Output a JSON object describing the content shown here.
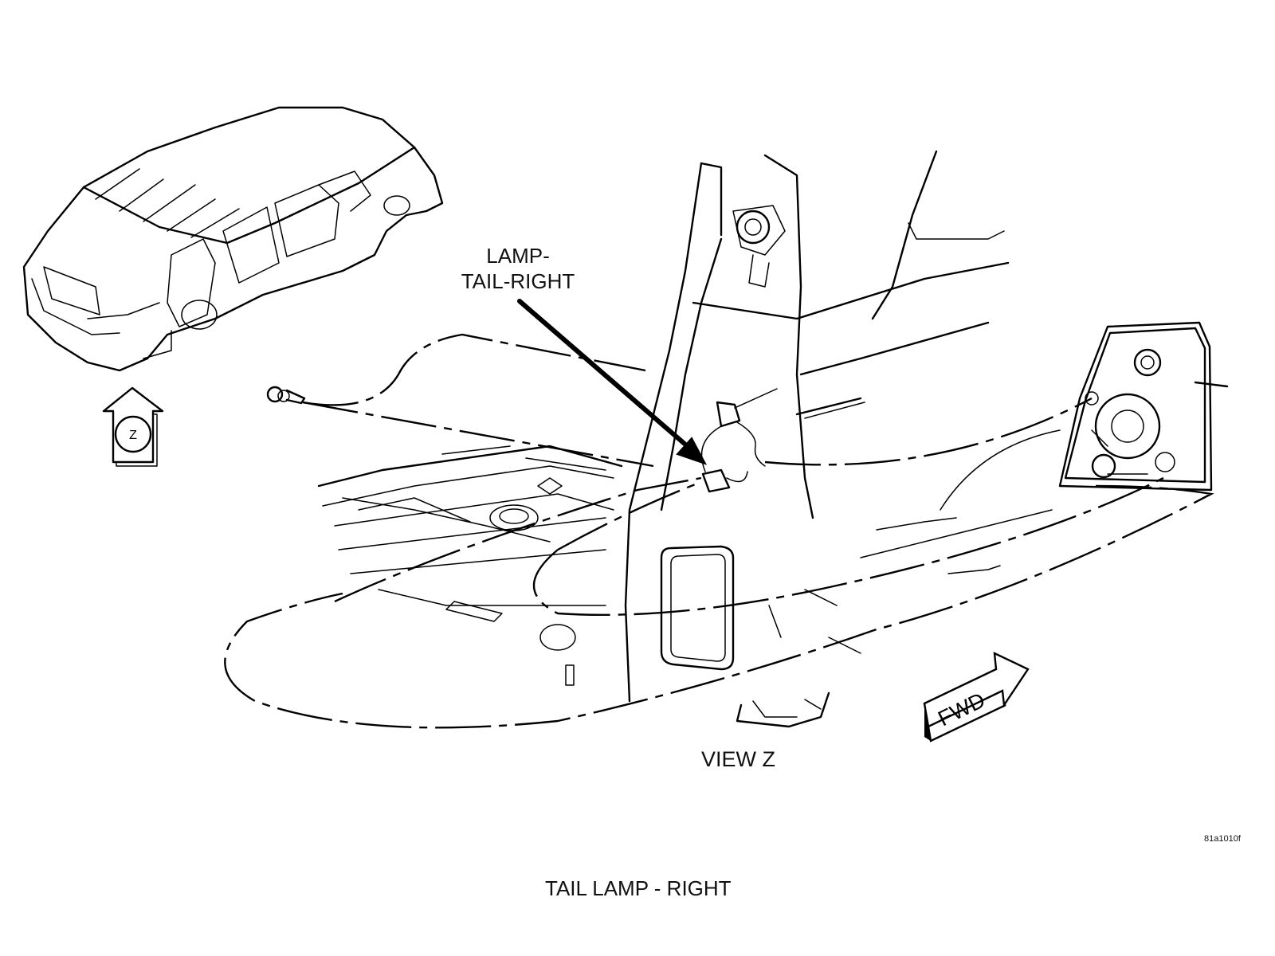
{
  "labels": {
    "callout_line1": "LAMP-",
    "callout_line2": "TAIL-RIGHT",
    "view": "VIEW Z",
    "view_marker": "Z",
    "fwd": "FWD",
    "figure_id": "81a1010f",
    "title": "TAIL LAMP - RIGHT"
  }
}
